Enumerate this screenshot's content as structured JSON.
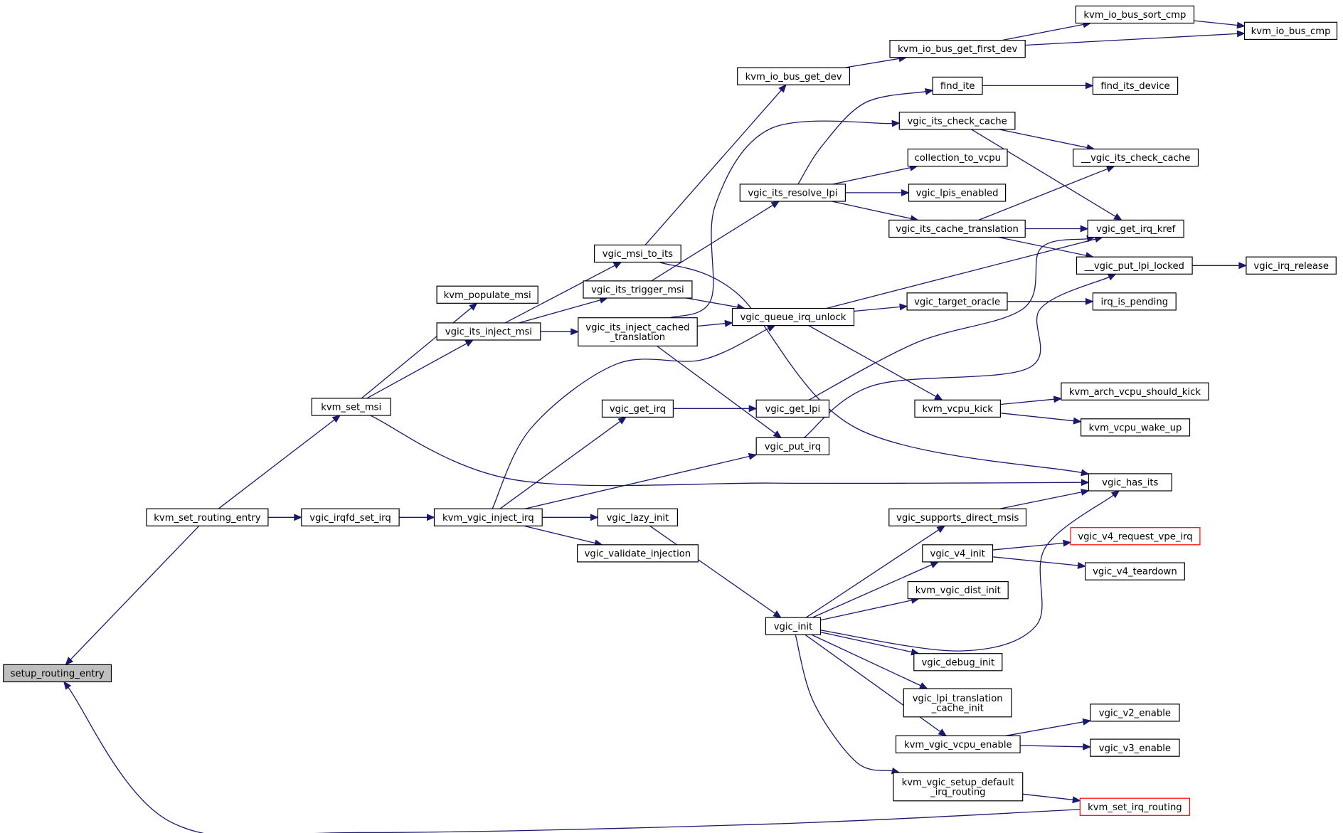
{
  "colors": {
    "edge": "#191970",
    "root_fill": "#bfbfbf",
    "truncated_border": "#ff0000",
    "border": "#000000"
  },
  "nodes": {
    "setup_routing_entry": {
      "label": "setup_routing_entry"
    },
    "kvm_set_routing_entry": {
      "label": "kvm_set_routing_entry"
    },
    "kvm_set_msi": {
      "label": "kvm_set_msi"
    },
    "vgic_irqfd_set_irq": {
      "label": "vgic_irqfd_set_irq"
    },
    "kvm_populate_msi": {
      "label": "kvm_populate_msi"
    },
    "vgic_its_inject_msi": {
      "label": "vgic_its_inject_msi"
    },
    "kvm_vgic_inject_irq": {
      "label": "kvm_vgic_inject_irq"
    },
    "vgic_msi_to_its": {
      "label": "vgic_msi_to_its"
    },
    "vgic_its_trigger_msi": {
      "label": "vgic_its_trigger_msi"
    },
    "vgic_its_inject_cached_translation": {
      "label": "vgic_its_inject_cached\n_translation"
    },
    "vgic_get_irq": {
      "label": "vgic_get_irq"
    },
    "vgic_lazy_init": {
      "label": "vgic_lazy_init"
    },
    "vgic_validate_injection": {
      "label": "vgic_validate_injection"
    },
    "kvm_io_bus_get_dev": {
      "label": "kvm_io_bus_get_dev"
    },
    "vgic_its_resolve_lpi": {
      "label": "vgic_its_resolve_lpi"
    },
    "vgic_queue_irq_unlock": {
      "label": "vgic_queue_irq_unlock"
    },
    "vgic_get_lpi": {
      "label": "vgic_get_lpi"
    },
    "vgic_put_irq": {
      "label": "vgic_put_irq"
    },
    "vgic_init": {
      "label": "vgic_init"
    },
    "kvm_io_bus_get_first_dev": {
      "label": "kvm_io_bus_get_first_dev"
    },
    "find_ite": {
      "label": "find_ite"
    },
    "vgic_its_check_cache": {
      "label": "vgic_its_check_cache"
    },
    "collection_to_vcpu": {
      "label": "collection_to_vcpu"
    },
    "vgic_lpis_enabled": {
      "label": "vgic_lpis_enabled"
    },
    "vgic_its_cache_translation": {
      "label": "vgic_its_cache_translation"
    },
    "vgic_target_oracle": {
      "label": "vgic_target_oracle"
    },
    "kvm_vcpu_kick": {
      "label": "kvm_vcpu_kick"
    },
    "vgic_supports_direct_msis": {
      "label": "vgic_supports_direct_msis"
    },
    "vgic_v4_init": {
      "label": "vgic_v4_init"
    },
    "kvm_vgic_dist_init": {
      "label": "kvm_vgic_dist_init"
    },
    "vgic_debug_init": {
      "label": "vgic_debug_init"
    },
    "vgic_lpi_translation_cache_init": {
      "label": "vgic_lpi_translation\n_cache_init"
    },
    "kvm_vgic_vcpu_enable": {
      "label": "kvm_vgic_vcpu_enable"
    },
    "kvm_vgic_setup_default_irq_routing": {
      "label": "kvm_vgic_setup_default\n_irq_routing"
    },
    "kvm_io_bus_sort_cmp": {
      "label": "kvm_io_bus_sort_cmp"
    },
    "kvm_io_bus_cmp": {
      "label": "kvm_io_bus_cmp"
    },
    "find_its_device": {
      "label": "find_its_device"
    },
    "__vgic_its_check_cache": {
      "label": "__vgic_its_check_cache"
    },
    "vgic_get_irq_kref": {
      "label": "vgic_get_irq_kref"
    },
    "__vgic_put_lpi_locked": {
      "label": "__vgic_put_lpi_locked"
    },
    "vgic_irq_release": {
      "label": "vgic_irq_release"
    },
    "irq_is_pending": {
      "label": "irq_is_pending"
    },
    "kvm_arch_vcpu_should_kick": {
      "label": "kvm_arch_vcpu_should_kick"
    },
    "kvm_vcpu_wake_up": {
      "label": "kvm_vcpu_wake_up"
    },
    "vgic_has_its": {
      "label": "vgic_has_its"
    },
    "vgic_v4_request_vpe_irq": {
      "label": "vgic_v4_request_vpe_irq"
    },
    "vgic_v4_teardown": {
      "label": "vgic_v4_teardown"
    },
    "vgic_v2_enable": {
      "label": "vgic_v2_enable"
    },
    "vgic_v3_enable": {
      "label": "vgic_v3_enable"
    },
    "kvm_set_irq_routing": {
      "label": "kvm_set_irq_routing"
    }
  },
  "edges": [
    [
      "kvm_set_routing_entry",
      "setup_routing_entry"
    ],
    [
      "kvm_set_irq_routing",
      "setup_routing_entry"
    ],
    [
      "kvm_set_routing_entry",
      "kvm_set_msi"
    ],
    [
      "kvm_set_routing_entry",
      "vgic_irqfd_set_irq"
    ],
    [
      "kvm_set_msi",
      "kvm_populate_msi"
    ],
    [
      "kvm_set_msi",
      "vgic_its_inject_msi"
    ],
    [
      "kvm_set_msi",
      "vgic_has_its"
    ],
    [
      "vgic_irqfd_set_irq",
      "kvm_vgic_inject_irq"
    ],
    [
      "vgic_its_inject_msi",
      "vgic_msi_to_its"
    ],
    [
      "vgic_its_inject_msi",
      "vgic_its_trigger_msi"
    ],
    [
      "vgic_its_inject_msi",
      "vgic_its_inject_cached_translation"
    ],
    [
      "kvm_vgic_inject_irq",
      "vgic_queue_irq_unlock"
    ],
    [
      "kvm_vgic_inject_irq",
      "vgic_get_irq"
    ],
    [
      "kvm_vgic_inject_irq",
      "vgic_put_irq"
    ],
    [
      "kvm_vgic_inject_irq",
      "vgic_lazy_init"
    ],
    [
      "kvm_vgic_inject_irq",
      "vgic_validate_injection"
    ],
    [
      "vgic_msi_to_its",
      "kvm_io_bus_get_dev"
    ],
    [
      "vgic_msi_to_its",
      "vgic_has_its"
    ],
    [
      "vgic_its_trigger_msi",
      "vgic_its_resolve_lpi"
    ],
    [
      "vgic_its_trigger_msi",
      "vgic_queue_irq_unlock"
    ],
    [
      "vgic_its_inject_cached_translation",
      "vgic_its_check_cache"
    ],
    [
      "vgic_its_inject_cached_translation",
      "vgic_queue_irq_unlock"
    ],
    [
      "vgic_its_inject_cached_translation",
      "vgic_put_irq"
    ],
    [
      "vgic_get_irq",
      "vgic_get_lpi"
    ],
    [
      "vgic_lazy_init",
      "vgic_init"
    ],
    [
      "kvm_io_bus_get_dev",
      "kvm_io_bus_get_first_dev"
    ],
    [
      "kvm_io_bus_get_first_dev",
      "kvm_io_bus_sort_cmp"
    ],
    [
      "kvm_io_bus_get_first_dev",
      "kvm_io_bus_cmp"
    ],
    [
      "kvm_io_bus_sort_cmp",
      "kvm_io_bus_cmp"
    ],
    [
      "vgic_its_resolve_lpi",
      "find_ite"
    ],
    [
      "vgic_its_resolve_lpi",
      "collection_to_vcpu"
    ],
    [
      "vgic_its_resolve_lpi",
      "vgic_lpis_enabled"
    ],
    [
      "vgic_its_resolve_lpi",
      "vgic_its_cache_translation"
    ],
    [
      "find_ite",
      "find_its_device"
    ],
    [
      "vgic_its_check_cache",
      "__vgic_its_check_cache"
    ],
    [
      "vgic_its_check_cache",
      "vgic_get_irq_kref"
    ],
    [
      "vgic_its_cache_translation",
      "__vgic_its_check_cache"
    ],
    [
      "vgic_its_cache_translation",
      "vgic_get_irq_kref"
    ],
    [
      "vgic_its_cache_translation",
      "__vgic_put_lpi_locked"
    ],
    [
      "__vgic_put_lpi_locked",
      "vgic_irq_release"
    ],
    [
      "vgic_queue_irq_unlock",
      "vgic_get_irq_kref"
    ],
    [
      "vgic_queue_irq_unlock",
      "vgic_target_oracle"
    ],
    [
      "vgic_queue_irq_unlock",
      "kvm_vcpu_kick"
    ],
    [
      "vgic_target_oracle",
      "irq_is_pending"
    ],
    [
      "kvm_vcpu_kick",
      "kvm_arch_vcpu_should_kick"
    ],
    [
      "kvm_vcpu_kick",
      "kvm_vcpu_wake_up"
    ],
    [
      "vgic_get_lpi",
      "vgic_get_irq_kref"
    ],
    [
      "vgic_put_irq",
      "__vgic_put_lpi_locked"
    ],
    [
      "vgic_init",
      "vgic_supports_direct_msis"
    ],
    [
      "vgic_init",
      "vgic_v4_init"
    ],
    [
      "vgic_init",
      "kvm_vgic_dist_init"
    ],
    [
      "vgic_init",
      "vgic_has_its"
    ],
    [
      "vgic_init",
      "vgic_debug_init"
    ],
    [
      "vgic_init",
      "vgic_lpi_translation_cache_init"
    ],
    [
      "vgic_init",
      "kvm_vgic_vcpu_enable"
    ],
    [
      "vgic_init",
      "kvm_vgic_setup_default_irq_routing"
    ],
    [
      "vgic_supports_direct_msis",
      "vgic_has_its"
    ],
    [
      "vgic_v4_init",
      "vgic_v4_request_vpe_irq"
    ],
    [
      "vgic_v4_init",
      "vgic_v4_teardown"
    ],
    [
      "kvm_vgic_vcpu_enable",
      "vgic_v2_enable"
    ],
    [
      "kvm_vgic_vcpu_enable",
      "vgic_v3_enable"
    ],
    [
      "kvm_vgic_setup_default_irq_routing",
      "kvm_set_irq_routing"
    ]
  ]
}
